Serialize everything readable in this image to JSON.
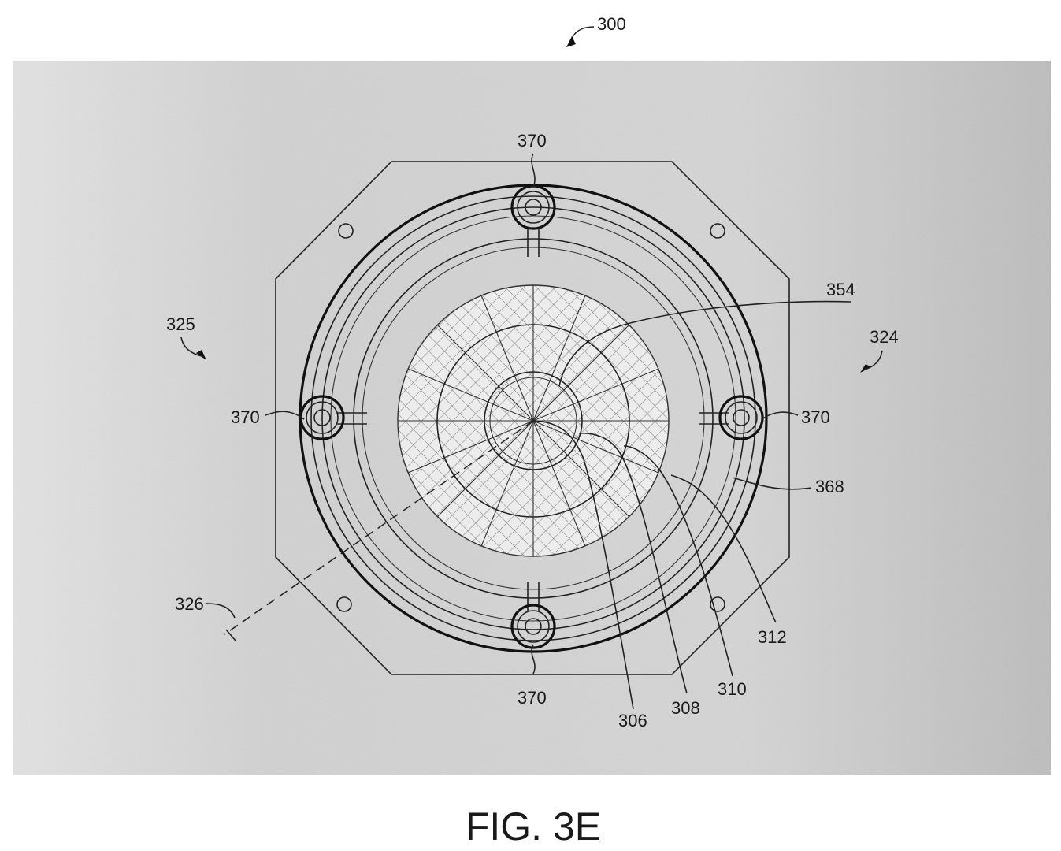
{
  "figure": {
    "caption": "FIG. 3E",
    "ref_main": "300",
    "labels": {
      "r370_top": "370",
      "r370_left": "370",
      "r370_right": "370",
      "r370_bottom": "370",
      "r354": "354",
      "r325": "325",
      "r324": "324",
      "r368": "368",
      "r326": "326",
      "r312": "312",
      "r310": "310",
      "r308": "308",
      "r306": "306"
    }
  }
}
